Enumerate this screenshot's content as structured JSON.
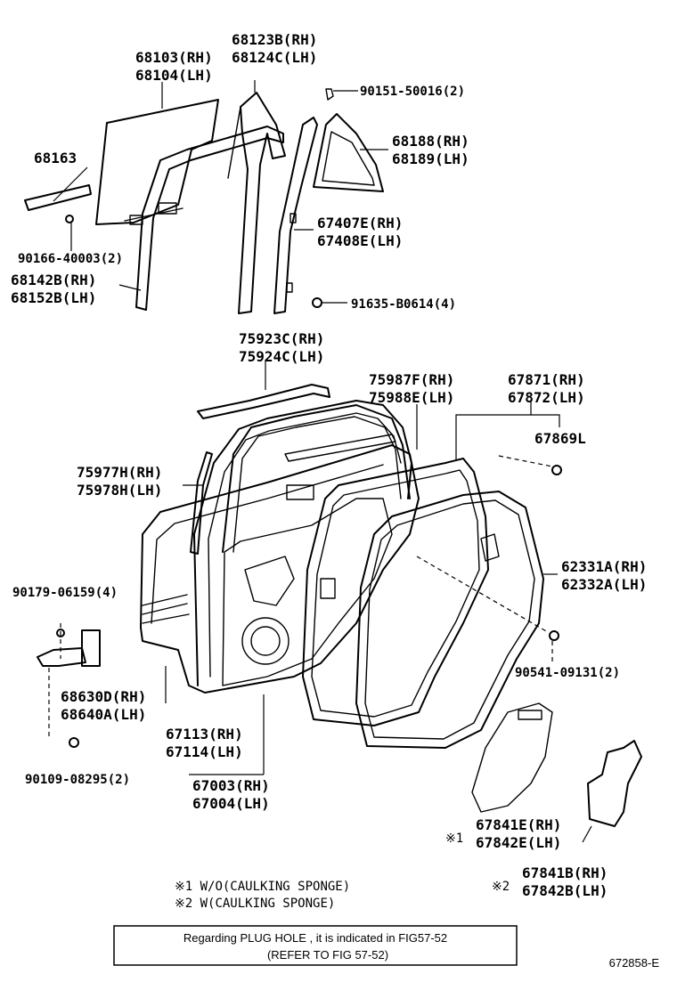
{
  "labels": {
    "p68123": "68123B(RH)",
    "p68124": "68124C(LH)",
    "p68103": "68103(RH)",
    "p68104": "68104(LH)",
    "p90151": "90151-50016(2)",
    "p68163": "68163",
    "p68188": "68188(RH)",
    "p68189": "68189(LH)",
    "p67407": "67407E(RH)",
    "p67408": "67408E(LH)",
    "p90166": "90166-40003(2)",
    "p68142": "68142B(RH)",
    "p68152": "68152B(LH)",
    "p91635": "91635-B0614(4)",
    "p75923": "75923C(RH)",
    "p75924": "75924C(LH)",
    "p75987": "75987F(RH)",
    "p75988": "75988E(LH)",
    "p67871": "67871(RH)",
    "p67872": "67872(LH)",
    "p67869": "67869L",
    "p75977": "75977H(RH)",
    "p75978": "75978H(LH)",
    "p62331": "62331A(RH)",
    "p62332": "62332A(LH)",
    "p90179": "90179-06159(4)",
    "p90541": "90541-09131(2)",
    "p68630": "68630D(RH)",
    "p68640": "68640A(LH)",
    "p67113": "67113(RH)",
    "p67114": "67114(LH)",
    "p90109": "90109-08295(2)",
    "p67003": "67003(RH)",
    "p67004": "67004(LH)",
    "p67841e": "67841E(RH)",
    "p67842e": "67842E(LH)",
    "mark1": "※1",
    "p67841b": "67841B(RH)",
    "p67842b": "67842B(LH)",
    "mark2": "※2"
  },
  "notes": {
    "note1": "※1 W/O(CAULKING SPONGE)",
    "note2": "※2 W(CAULKING SPONGE)"
  },
  "reference_box": {
    "line1": "Regarding PLUG HOLE , it is indicated in FIG57-52",
    "line2": "(REFER TO FIG 57-52)"
  },
  "figure_id": "672858-E"
}
